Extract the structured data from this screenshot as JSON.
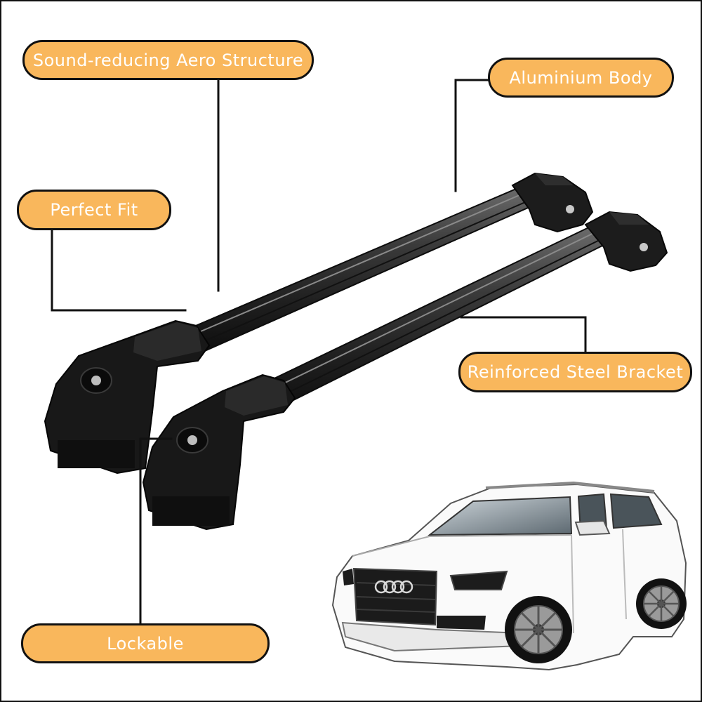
{
  "features": {
    "sound_reducing": "Sound-reducing Aero Structure",
    "aluminium_body": "Aluminium Body",
    "perfect_fit": "Perfect Fit",
    "reinforced_bracket": "Reinforced Steel Bracket",
    "lockable": "Lockable"
  },
  "colors": {
    "label_fill": "#f9b75c",
    "label_text": "#ffffff",
    "label_border": "#111111",
    "bar": "#2a2a2a",
    "bracket": "#161616",
    "car_body": "#ffffff"
  }
}
